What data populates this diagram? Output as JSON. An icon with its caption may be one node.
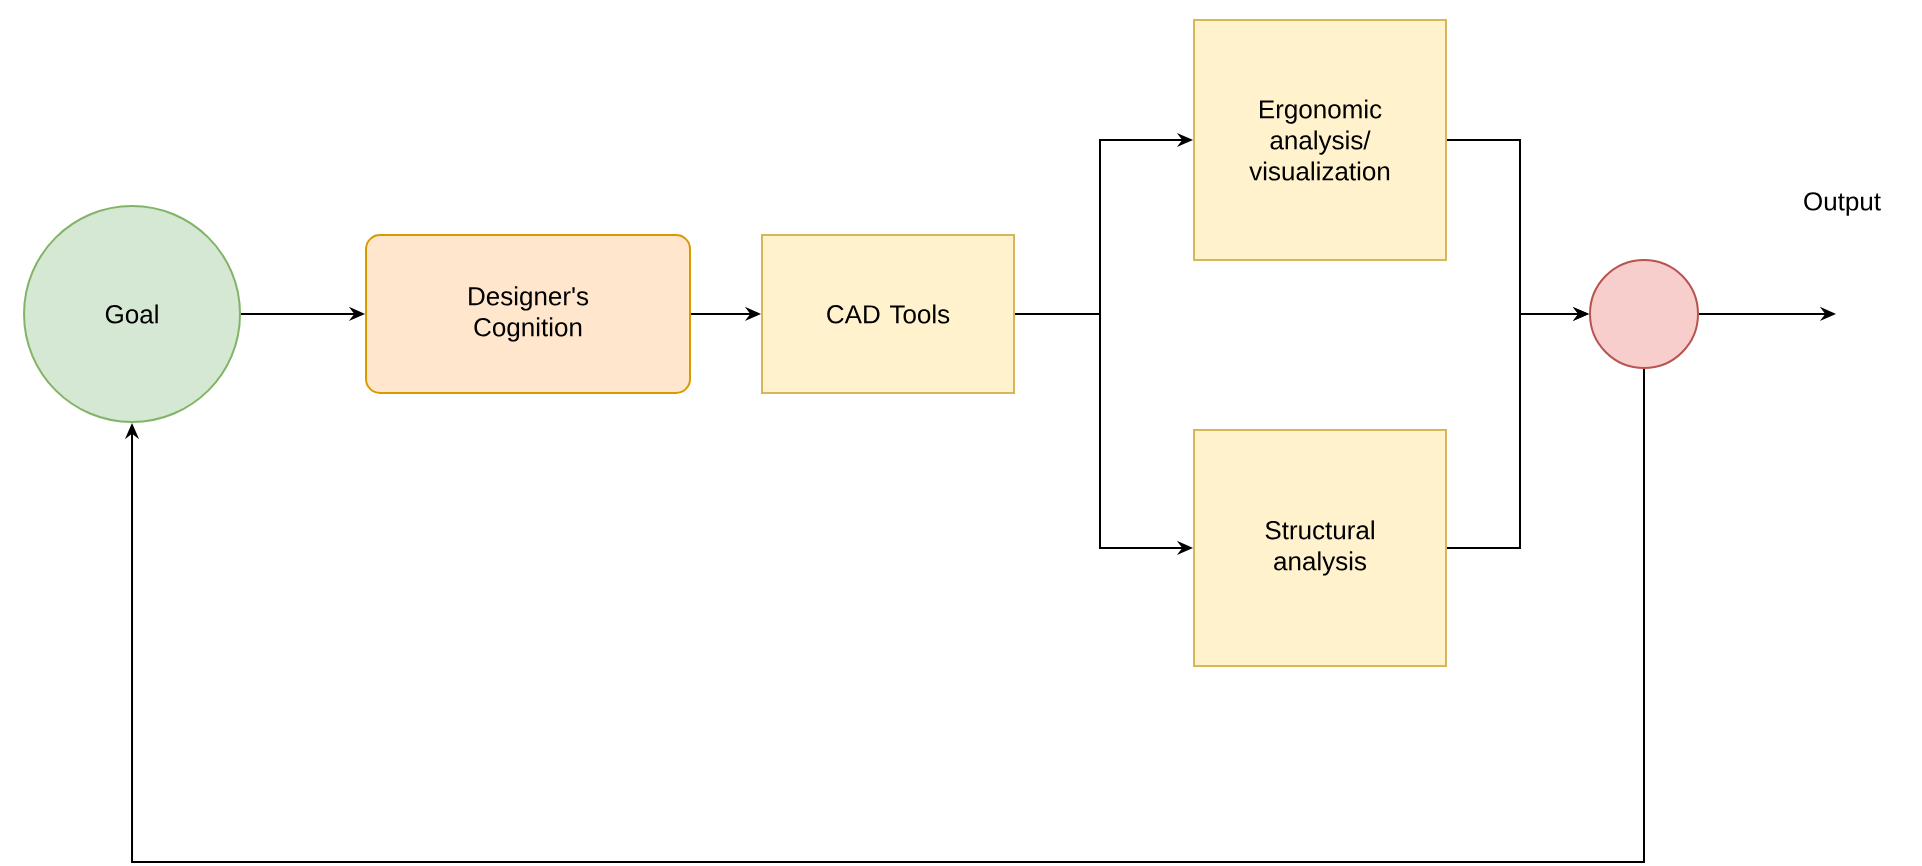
{
  "diagram": {
    "nodes": [
      {
        "text": [
          "Goal"
        ]
      },
      {
        "text": [
          "Designer's Cognition"
        ]
      },
      {
        "text": [
          "CAD Tools"
        ]
      },
      {
        "text": [
          "Ergonomic analysis/ visualization"
        ]
      },
      {
        "text": [
          "Structural analysis"
        ]
      },
      {
        "text": [],
        "shape": "circle"
      }
    ],
    "edges": [
      {
        "from": 0,
        "to": 1,
        "arrow": "to"
      },
      {
        "from": 1,
        "to": 2,
        "arrow": "to"
      },
      {
        "from": 2,
        "to": 3,
        "arrow": "to"
      },
      {
        "from": 2,
        "to": 4,
        "arrow": "to"
      },
      {
        "from": 3,
        "to": 5,
        "arrow": "to"
      },
      {
        "from": 4,
        "to": 5,
        "arrow": "to"
      },
      {
        "from": 5,
        "to": null,
        "arrow": "to"
      },
      {
        "from": 5,
        "to": 0,
        "arrow": "to"
      }
    ],
    "labels": [
      "Output"
    ]
  }
}
